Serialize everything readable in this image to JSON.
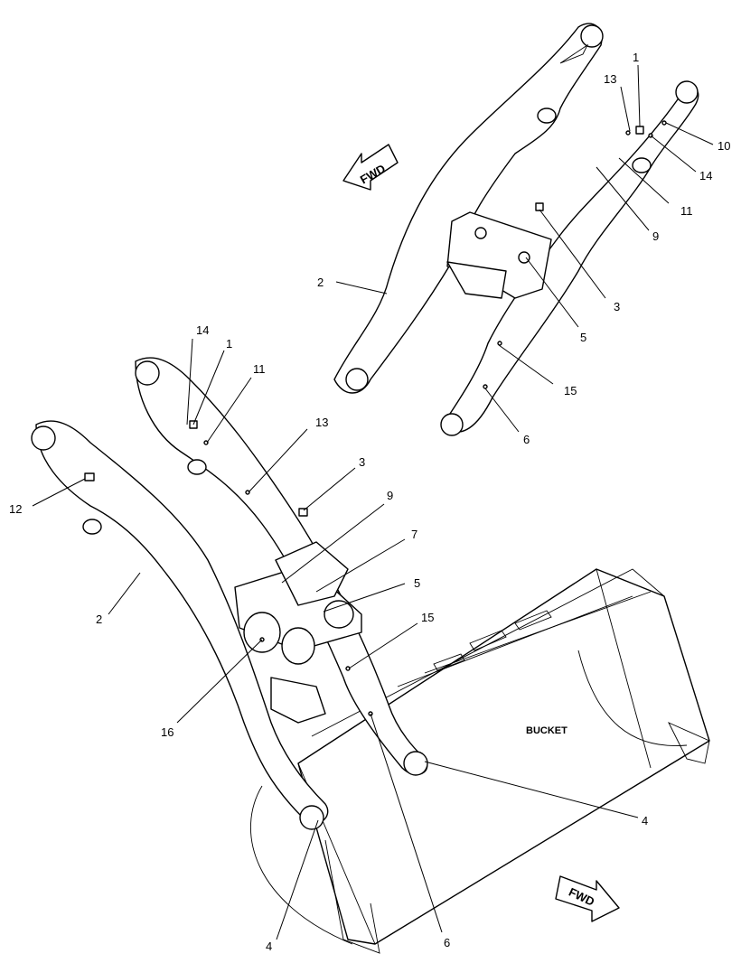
{
  "bucket_label": "BUCKET",
  "fwd_label": "FWD",
  "callouts": {
    "a_1": "1",
    "a_13": "13",
    "a_10": "10",
    "a_14": "14",
    "a_11": "11",
    "a_9": "9",
    "a_3": "3",
    "a_5": "5",
    "a_2": "2",
    "a_15": "15",
    "a_6": "6",
    "b_14": "14",
    "b_1": "1",
    "b_11": "11",
    "b_13": "13",
    "b_3": "3",
    "b_9": "9",
    "b_7": "7",
    "b_5": "5",
    "b_15": "15",
    "b_12": "12",
    "b_2": "2",
    "b_16": "16",
    "b_4a": "4",
    "b_4b": "4",
    "b_6": "6"
  }
}
